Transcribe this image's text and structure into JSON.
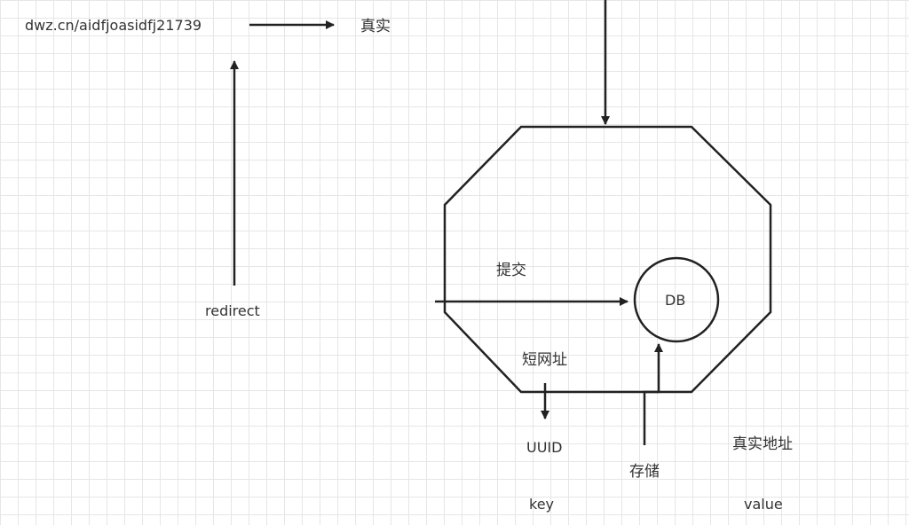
{
  "labels": {
    "short_url": "dwz.cn/aidfjoasidfj21739",
    "real": "真实",
    "redirect": "redirect",
    "submit": "提交",
    "db": "DB",
    "short_address": "短网址",
    "uuid": "UUID",
    "store": "存储",
    "real_address": "真实地址",
    "key": "key",
    "value": "value"
  },
  "colors": {
    "stroke": "#222222",
    "text": "#333333",
    "grid": "#e6e6e6"
  }
}
